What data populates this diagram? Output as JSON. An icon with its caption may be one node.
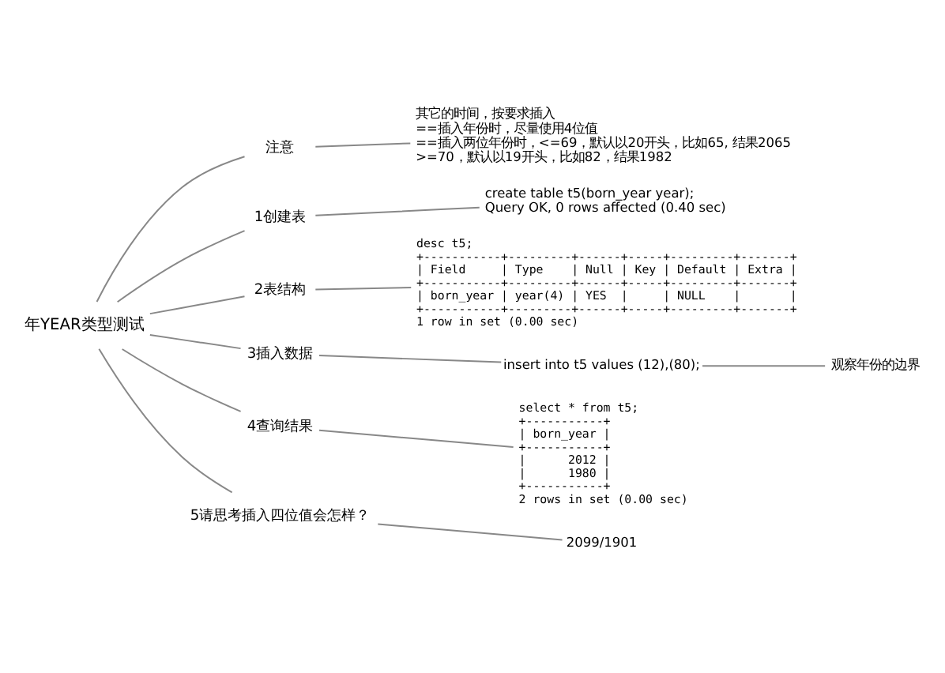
{
  "diagram": {
    "nodes": [
      {
        "text": [
          "年YEAR类型测试"
        ]
      },
      {
        "text": [
          "注意"
        ]
      },
      {
        "text": [
          "其它的时间，按要求插入",
          "==插入年份时，尽量使用4位值",
          "==插入两位年份时，<=69，默认以20开头，比如65, 结果2065",
          ">=70，默认以19开头，比如82，结果1982"
        ]
      },
      {
        "text": [
          "1创建表"
        ]
      },
      {
        "text": [
          "create table t5(born_year year);",
          "Query OK, 0 rows affected (0.40 sec)"
        ]
      },
      {
        "text": [
          "2表结构"
        ]
      },
      {
        "text": [
          "desc t5;",
          "+-----------+---------+------+-----+---------+-------+",
          "| Field     | Type    | Null | Key | Default | Extra |",
          "+-----------+---------+------+-----+---------+-------+",
          "| born_year | year(4) | YES  |     | NULL    |       |",
          "+-----------+---------+------+-----+---------+-------+",
          "1 row in set (0.00 sec)"
        ]
      },
      {
        "text": [
          "3插入数据"
        ]
      },
      {
        "text": [
          "insert into t5 values (12),(80);"
        ]
      },
      {
        "text": [
          "观察年份的边界"
        ]
      },
      {
        "text": [
          "4查询结果"
        ]
      },
      {
        "text": [
          "select * from t5;",
          "+-----------+",
          "| born_year |",
          "+-----------+",
          "|      2012 |",
          "|      1980 |",
          "+-----------+",
          "2 rows in set (0.00 sec)"
        ]
      },
      {
        "text": [
          "5请思考插入四位值会怎样？"
        ]
      },
      {
        "text": [
          "2099/1901"
        ]
      }
    ],
    "edges": [
      {
        "from": 0,
        "to": 1,
        "arrow": "none"
      },
      {
        "from": 1,
        "to": 2,
        "arrow": "none"
      },
      {
        "from": 0,
        "to": 3,
        "arrow": "none"
      },
      {
        "from": 3,
        "to": 4,
        "arrow": "none"
      },
      {
        "from": 0,
        "to": 5,
        "arrow": "none"
      },
      {
        "from": 5,
        "to": 6,
        "arrow": "none"
      },
      {
        "from": 0,
        "to": 7,
        "arrow": "none"
      },
      {
        "from": 7,
        "to": 8,
        "arrow": "none"
      },
      {
        "from": 8,
        "to": 9,
        "arrow": "none"
      },
      {
        "from": 0,
        "to": 10,
        "arrow": "none"
      },
      {
        "from": 10,
        "to": 11,
        "arrow": "none"
      },
      {
        "from": 0,
        "to": 12,
        "arrow": "none"
      },
      {
        "from": 12,
        "to": 13,
        "arrow": "none"
      }
    ]
  }
}
